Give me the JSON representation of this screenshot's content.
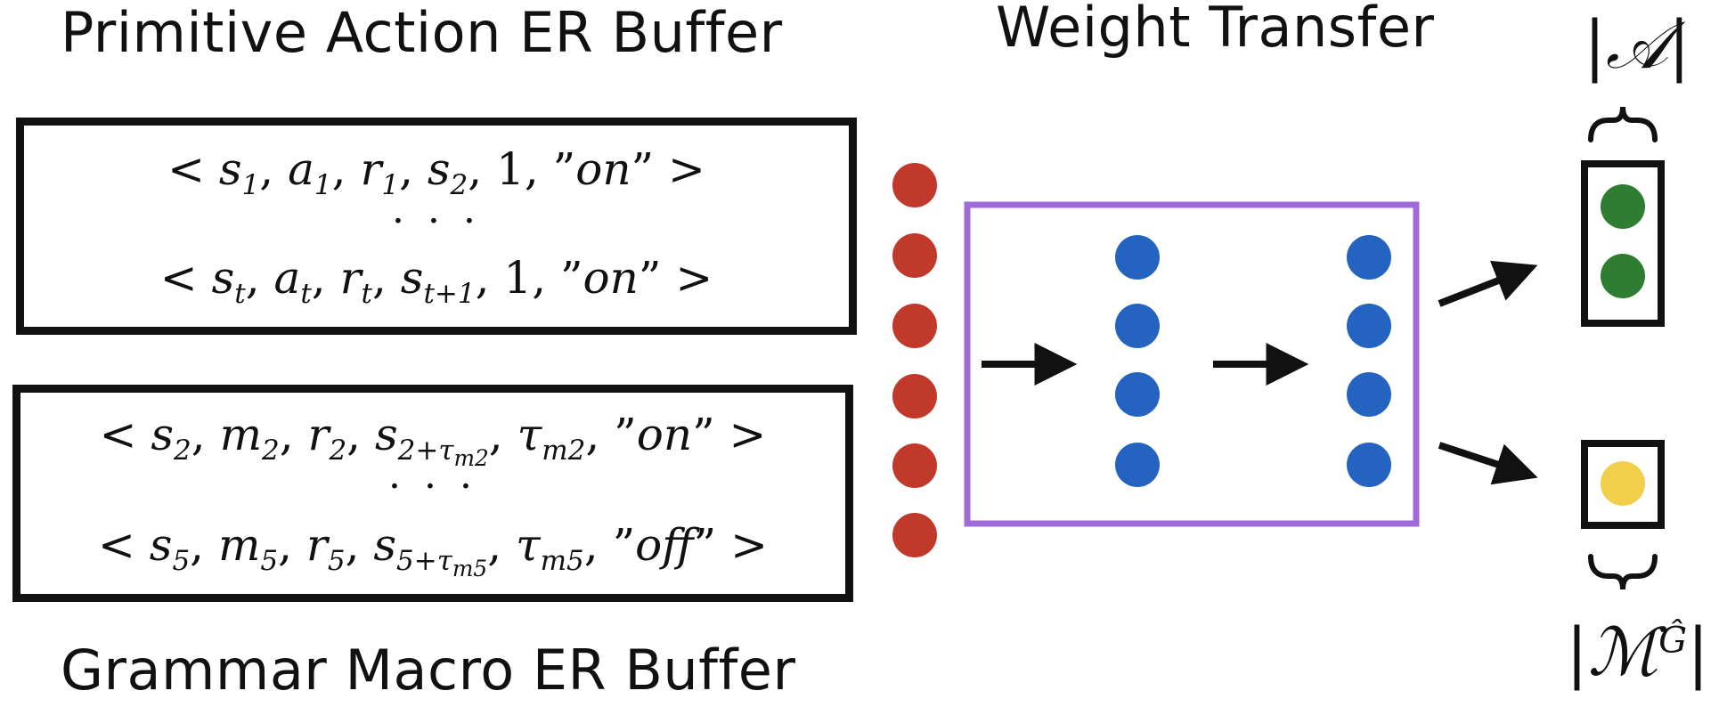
{
  "titles": {
    "primitive_buffer": "Primitive Action ER Buffer",
    "weight_transfer": "Weight Transfer",
    "macro_buffer": "Grammar Macro ER Buffer"
  },
  "primitive_buffer": {
    "dots": "· · ·"
  },
  "macro_buffer": {
    "dots": "· · ·"
  },
  "output_labels": {
    "action_space": "|𝒜|",
    "macro_space": "|ℳ",
    "macro_space_sup": "Ĝ",
    "macro_space_end": "|"
  },
  "colors": {
    "input_node": "#c0392b",
    "hidden_node": "#2563c0",
    "action_node": "#2e7d32",
    "macro_node": "#f2cf4a",
    "network_border": "#a06ad8",
    "box_border": "#111111"
  },
  "network": {
    "input_nodes": 6,
    "hidden_layers": [
      4,
      4
    ],
    "action_outputs": 2,
    "macro_outputs": 1
  }
}
